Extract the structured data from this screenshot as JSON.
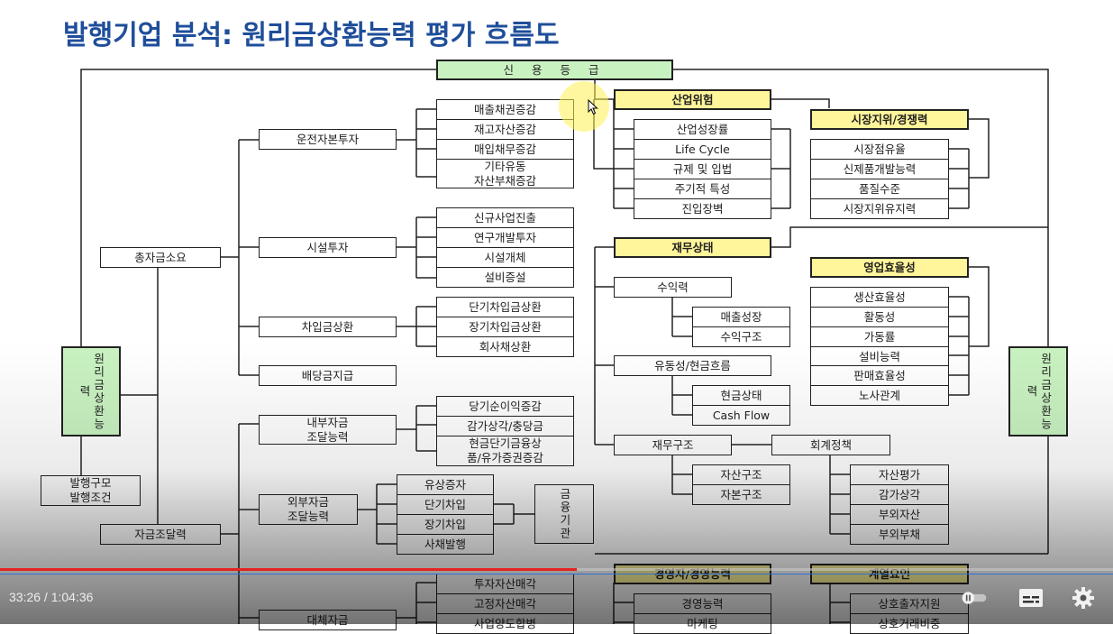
{
  "title": "발행기업 분석: 원리금상환능력 평가 흐름도",
  "boxes": {
    "credit_rating": "신 용 등 급",
    "repay_left": "원리금상환능력",
    "repay_right": "원리금상환능력",
    "total_funding": "총자금소요",
    "funding_ability": "자금조달력",
    "issue_structure": "발행구모\n발행조건",
    "working_capital": "운전자본투자",
    "wc_1": "매출채권증감",
    "wc_2": "재고자산증감",
    "wc_3": "매입채무증감",
    "wc_4": "기타유동\n자산부채증감",
    "facility": "시설투자",
    "fac_1": "신규사업진출",
    "fac_2": "연구개발투자",
    "fac_3": "시설개체",
    "fac_4": "설비증설",
    "loan_repay": "차입금상환",
    "lr_1": "단기차입금상환",
    "lr_2": "장기차입금상환",
    "lr_3": "회사채상환",
    "dividend": "배당금지급",
    "internal": "내부자금\n조달능력",
    "int_1": "당기순이익증감",
    "int_2": "감가상각/충당금",
    "int_3": "현금단기금융상\n품/유가증권증감",
    "external": "외부자금\n조달능력",
    "ext_1": "유상증자",
    "ext_2": "단기차입",
    "ext_3": "장기차입",
    "ext_4": "사채발행",
    "financial_inst": "금융기관",
    "alt_funding": "대체자금",
    "alt_1": "투자자산매각",
    "alt_2": "고정자산매각",
    "alt_3": "사업양도합병",
    "industry_risk": "산업위험",
    "ind_1": "산업성장률",
    "ind_2": "Life Cycle",
    "ind_3": "규제 및 입법",
    "ind_4": "주기적 특성",
    "ind_5": "진입장벽",
    "market_position": "시장지위/경쟁력",
    "mp_1": "시장점유율",
    "mp_2": "신제품개발능력",
    "mp_3": "품질수준",
    "mp_4": "시장지위유지력",
    "financial_status": "재무상태",
    "profitability": "수익력",
    "prof_1": "매출성장",
    "prof_2": "수익구조",
    "liquidity": "유동성/현금흐름",
    "liq_1": "현금상태",
    "liq_2": "Cash Flow",
    "fin_structure": "재무구조",
    "fs_1": "자산구조",
    "fs_2": "자본구조",
    "accounting_policy": "회계정책",
    "acc_1": "자산평가",
    "acc_2": "감가상각",
    "acc_3": "부외자산",
    "acc_4": "부외부채",
    "op_efficiency": "영업효율성",
    "op_1": "생산효율성",
    "op_2": "활동성",
    "op_3": "가동률",
    "op_4": "설비능력",
    "op_5": "판매효율성",
    "op_6": "노사관계",
    "management": "경영자/경영능력",
    "mg_1": "경영능력",
    "mg_2": "마케팅",
    "affiliation": "계열요인",
    "af_1": "상호출자지원",
    "af_2": "상호거래비중"
  },
  "player": {
    "time": "33:26 / 1:04:36",
    "progress": 0.518
  }
}
